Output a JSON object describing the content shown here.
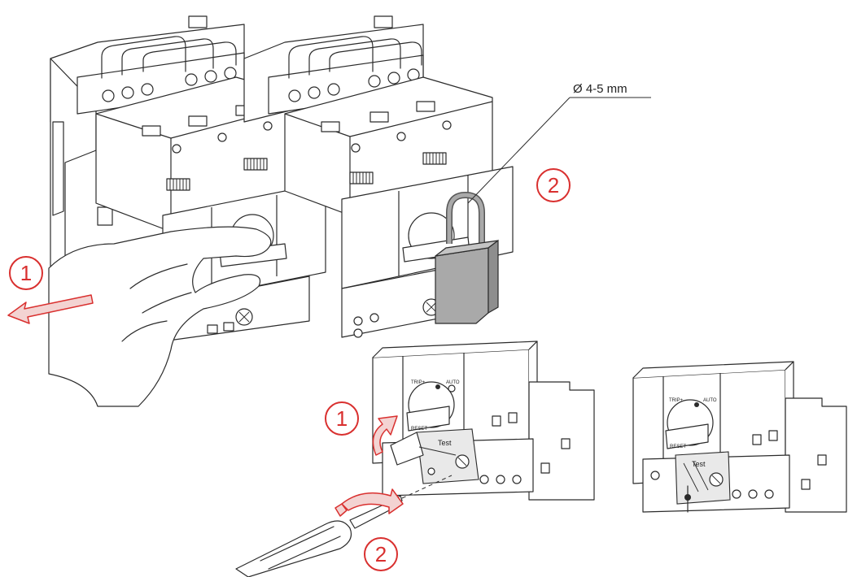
{
  "dimension_label": "Ø 4-5 mm",
  "callouts": {
    "top_left_step": "1",
    "top_right_step": "2",
    "bottom_first_step": "1",
    "bottom_second_step": "2"
  },
  "device_markings": {
    "trip": "TRIP+",
    "auto": "AUTO",
    "reset": "RESET",
    "test": "Test"
  },
  "colors": {
    "callout_red": "#d9302f",
    "line_art": "#2b2b2b",
    "padlock_gray": "#a9a9a9"
  }
}
